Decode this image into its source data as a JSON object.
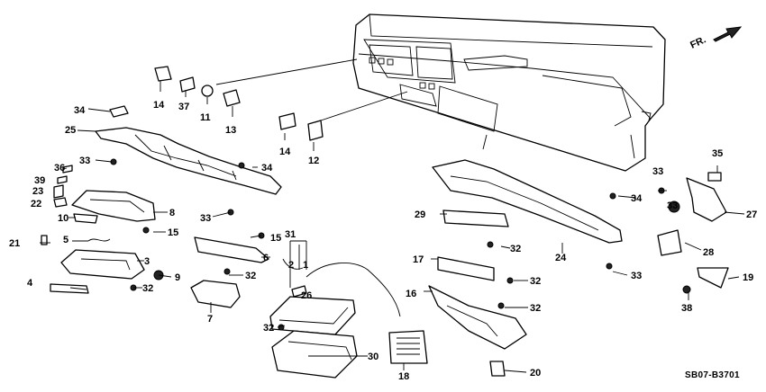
{
  "diagram": {
    "direction_label": "FR.",
    "code": "SB07-B3701",
    "callouts": [
      "1",
      "2",
      "3",
      "4",
      "5",
      "6",
      "7",
      "8",
      "9",
      "10",
      "11",
      "12",
      "13",
      "14",
      "14",
      "15",
      "15",
      "16",
      "17",
      "18",
      "19",
      "20",
      "21",
      "22",
      "23",
      "24",
      "25",
      "26",
      "27",
      "28",
      "29",
      "30",
      "31",
      "32",
      "32",
      "32",
      "32",
      "32",
      "32",
      "33",
      "33",
      "33",
      "33",
      "33",
      "34",
      "34",
      "34",
      "35",
      "36",
      "37",
      "38",
      "39"
    ]
  },
  "colors": {
    "ink": "#000000",
    "paper": "#ffffff"
  }
}
